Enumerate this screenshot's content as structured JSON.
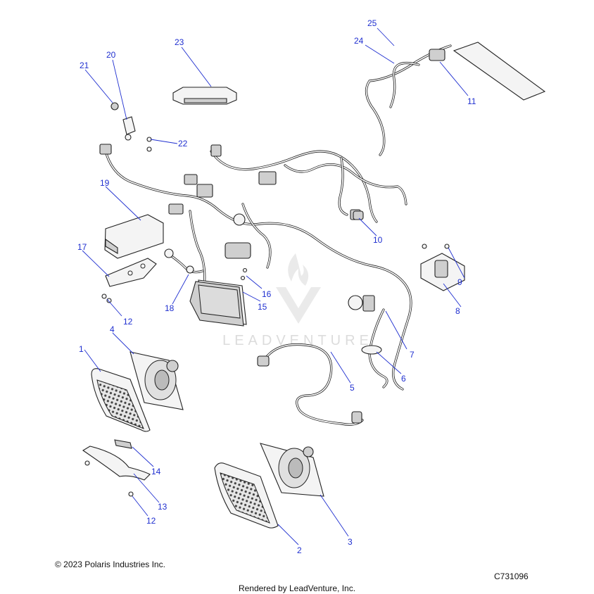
{
  "diagram": {
    "callouts": [
      {
        "id": "c1",
        "label": "1"
      },
      {
        "id": "c2",
        "label": "2"
      },
      {
        "id": "c3",
        "label": "3"
      },
      {
        "id": "c4",
        "label": "4"
      },
      {
        "id": "c5",
        "label": "5"
      },
      {
        "id": "c6",
        "label": "6"
      },
      {
        "id": "c7",
        "label": "7"
      },
      {
        "id": "c8",
        "label": "8"
      },
      {
        "id": "c9",
        "label": "9"
      },
      {
        "id": "c10",
        "label": "10"
      },
      {
        "id": "c11",
        "label": "11"
      },
      {
        "id": "c12a",
        "label": "12"
      },
      {
        "id": "c12b",
        "label": "12"
      },
      {
        "id": "c13",
        "label": "13"
      },
      {
        "id": "c14",
        "label": "14"
      },
      {
        "id": "c15",
        "label": "15"
      },
      {
        "id": "c16",
        "label": "16"
      },
      {
        "id": "c17",
        "label": "17"
      },
      {
        "id": "c18",
        "label": "18"
      },
      {
        "id": "c19",
        "label": "19"
      },
      {
        "id": "c20",
        "label": "20"
      },
      {
        "id": "c21",
        "label": "21"
      },
      {
        "id": "c22",
        "label": "22"
      },
      {
        "id": "c23",
        "label": "23"
      },
      {
        "id": "c24",
        "label": "24"
      },
      {
        "id": "c25",
        "label": "25"
      }
    ],
    "watermark": "LEADVENTURE",
    "callout_color": "#1f2fd0",
    "line_color": "#222222"
  },
  "footer": {
    "copyright": "© 2023 Polaris Industries Inc.",
    "drawing_number": "C731096",
    "rendered_by": "Rendered by LeadVenture, Inc."
  }
}
